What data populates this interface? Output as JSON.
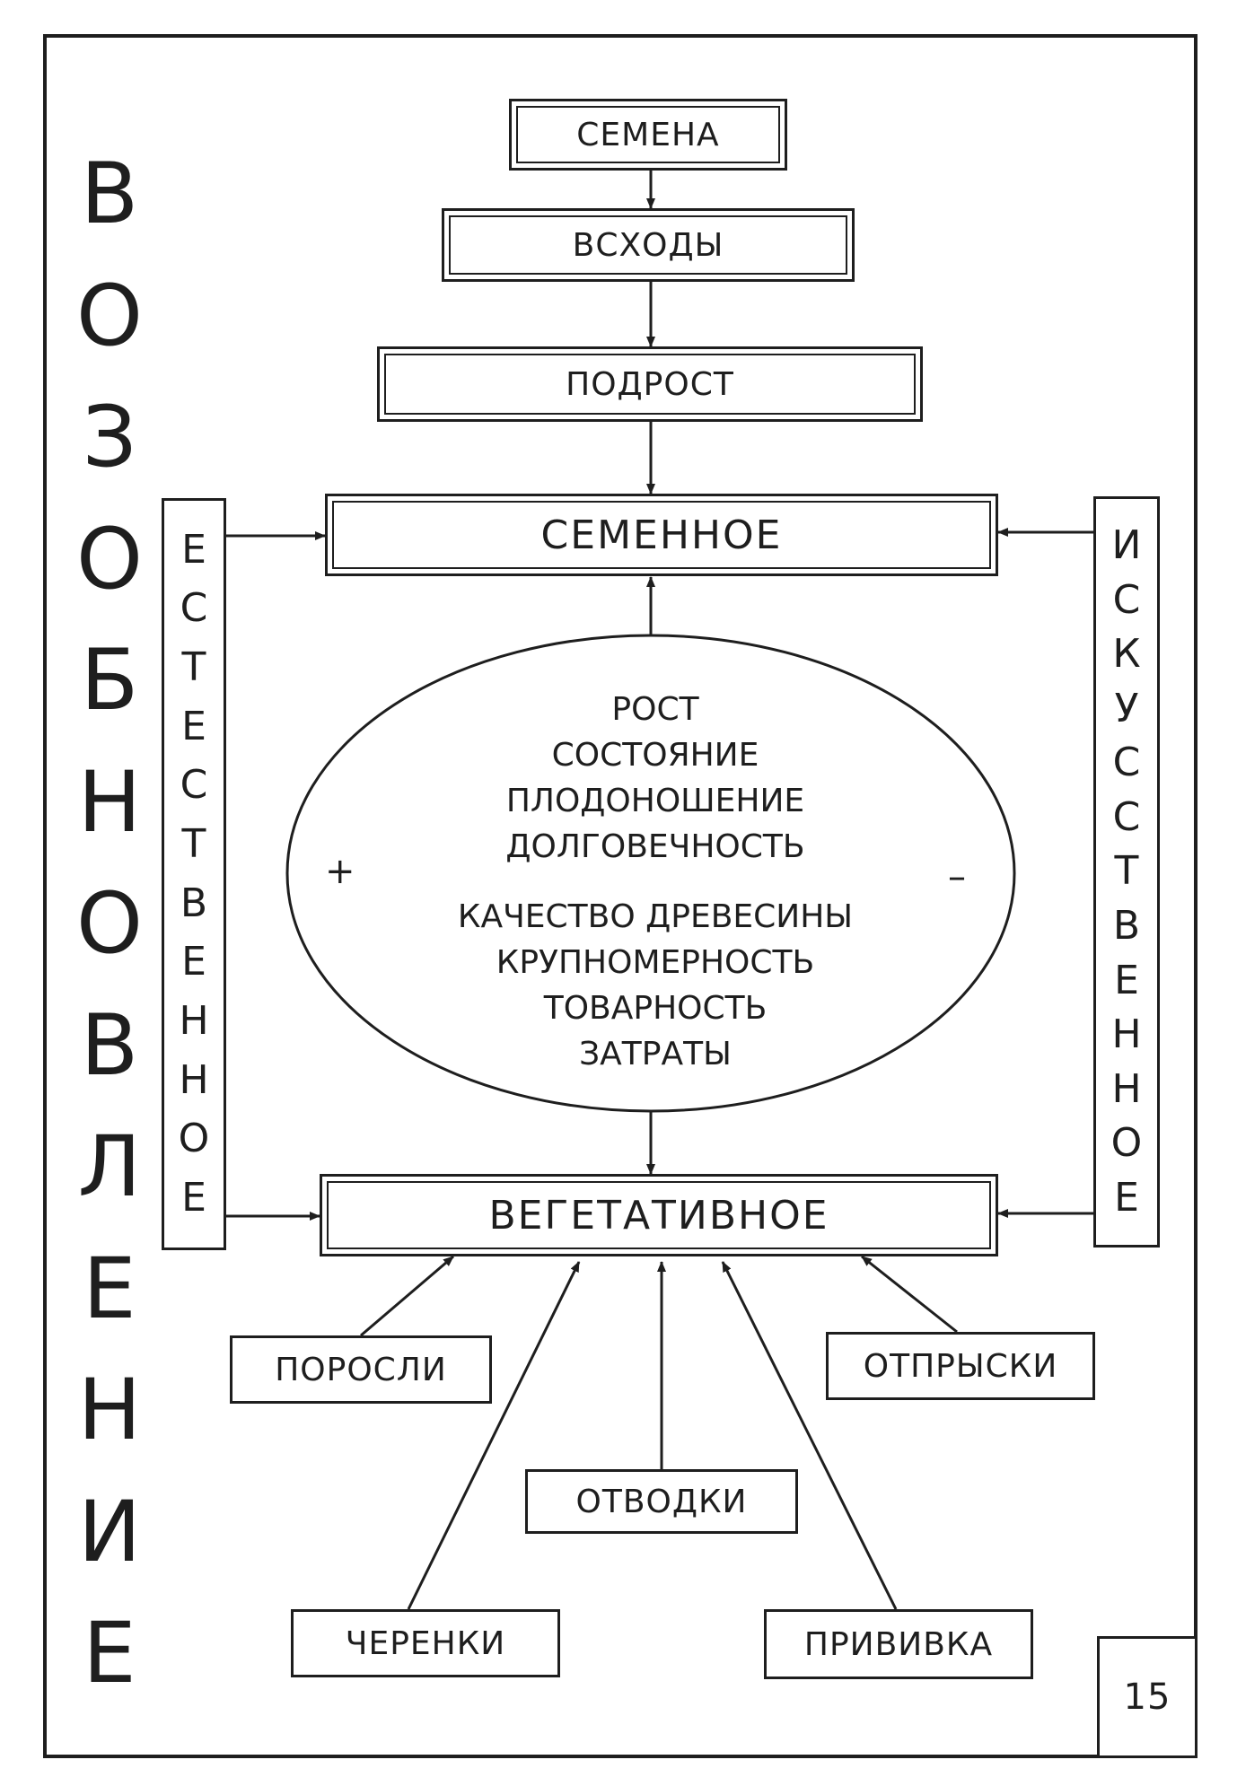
{
  "main_word": [
    "В",
    "О",
    "З",
    "О",
    "Б",
    "Н",
    "О",
    "В",
    "Л",
    "Е",
    "Н",
    "И",
    "Е"
  ],
  "chain": {
    "seeds": "СЕМЕНА",
    "shoots": "ВСХОДЫ",
    "undergrowth": "ПОДРОСТ"
  },
  "seed_renewal": "СЕМЕННОЕ",
  "vegetative_renewal": "ВЕГЕТАТИВНОЕ",
  "natural": [
    "Е",
    "С",
    "Т",
    "Е",
    "С",
    "Т",
    "В",
    "Е",
    "Н",
    "Н",
    "О",
    "Е"
  ],
  "artificial": [
    "И",
    "С",
    "К",
    "У",
    "С",
    "С",
    "Т",
    "В",
    "Е",
    "Н",
    "Н",
    "О",
    "Е"
  ],
  "ellipse": {
    "lines": [
      "РОСТ",
      "СОСТОЯНИЕ",
      "ПЛОДОНОШЕНИЕ",
      "ДОЛГОВЕЧНОСТЬ",
      "КАЧЕСТВО ДРЕВЕСИНЫ",
      "КРУПНОМЕРНОСТЬ",
      "ТОВАРНОСТЬ",
      "ЗАТРАТЫ"
    ],
    "plus": "+",
    "minus": "–"
  },
  "methods": {
    "sprouts": "ПОРОСЛИ",
    "suckers": "ОТПРЫСКИ",
    "layers": "ОТВОДКИ",
    "cuttings": "ЧЕРЕНКИ",
    "grafting": "ПРИВИВКА"
  },
  "page_number": "15"
}
